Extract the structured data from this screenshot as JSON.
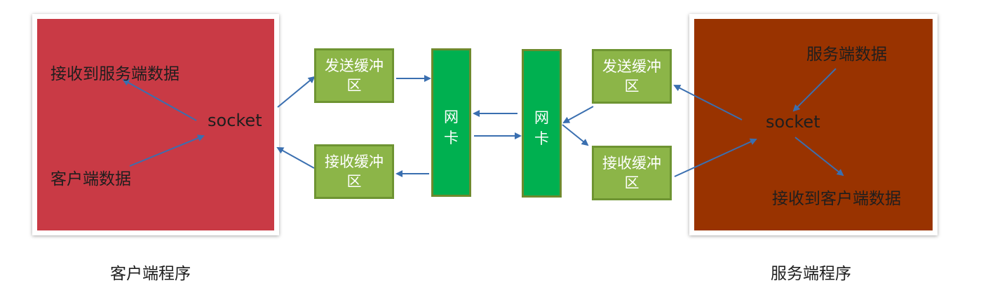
{
  "client": {
    "recv_label": "接收到服务端数据",
    "socket_label": "socket",
    "data_label": "客户端数据",
    "caption": "客户端程序",
    "color": "#c93a45"
  },
  "server": {
    "data_label": "服务端数据",
    "socket_label": "socket",
    "recv_label": "接收到客户端数据",
    "caption": "服务端程序",
    "color": "#993300"
  },
  "buffers": {
    "client_send": "发送缓冲区",
    "client_recv": "接收缓冲区",
    "server_send": "发送缓冲区",
    "server_recv": "接收缓冲区",
    "color": "#8cb548"
  },
  "nics": {
    "left": "网卡",
    "right": "网卡",
    "color": "#00b050"
  },
  "arrow_color": "#3a6fb0"
}
